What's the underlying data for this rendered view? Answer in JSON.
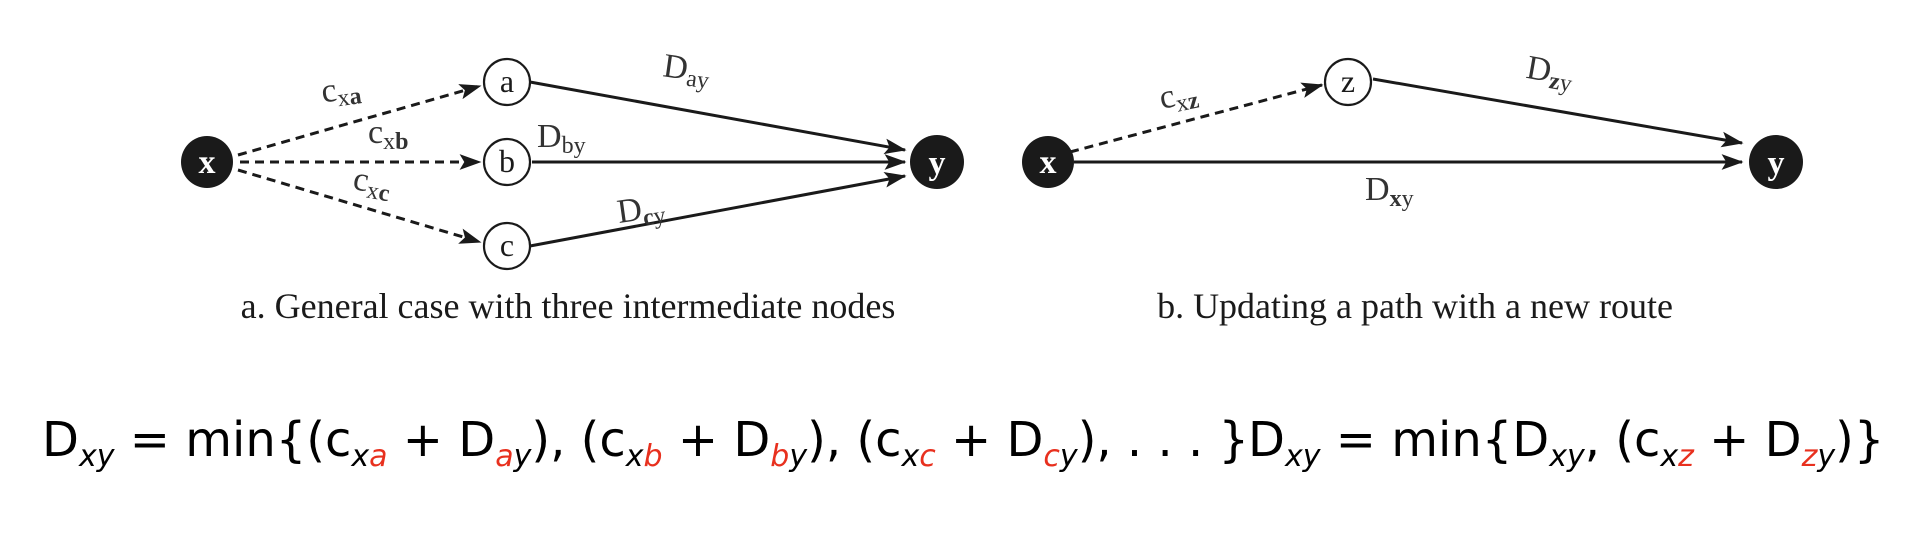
{
  "diagram_a": {
    "caption": "a. General case with three intermediate nodes",
    "nodes": {
      "x": "x",
      "a": "a",
      "b": "b",
      "c": "c",
      "y": "y"
    },
    "labels": {
      "cxa": {
        "main": "c",
        "sub1": "x",
        "sub2": "a"
      },
      "cxb": {
        "main": "c",
        "sub1": "x",
        "sub2": "b"
      },
      "cxc": {
        "main": "c",
        "sub1": "x",
        "sub2": "c"
      },
      "Day": {
        "main": "D",
        "sub1": "a",
        "sub2": "y"
      },
      "Dby": {
        "main": "D",
        "sub1": "b",
        "sub2": "y"
      },
      "Dcy": {
        "main": "D",
        "sub1": "c",
        "sub2": "y"
      }
    }
  },
  "diagram_b": {
    "caption": "b. Updating a path with a new route",
    "nodes": {
      "x": "x",
      "z": "z",
      "y": "y"
    },
    "labels": {
      "cxz": {
        "main": "c",
        "sub1": "x",
        "sub2": "z"
      },
      "Dzy": {
        "main": "D",
        "sub1": "z",
        "sub2": "y"
      },
      "Dxy": {
        "main": "D",
        "sub1": "x",
        "sub2": "y"
      }
    }
  },
  "formula_a": {
    "lhs": "D",
    "lhs_sub": "xy",
    "eq": " = min{(",
    "t1_c": "c",
    "t1_c_sub1": "x",
    "t1_c_sub2": "a",
    "t1_plus": " + D",
    "t1_d_sub1": "a",
    "t1_d_sub2": "y",
    "sep1": "), (",
    "t2_c": "c",
    "t2_c_sub1": "x",
    "t2_c_sub2": "b",
    "t2_plus": " + D",
    "t2_d_sub1": "b",
    "t2_d_sub2": "y",
    "sep2": "), (",
    "t3_c": "c",
    "t3_c_sub1": "x",
    "t3_c_sub2": "c",
    "t3_plus": " + D",
    "t3_d_sub1": "c",
    "t3_d_sub2": "y",
    "tail": "), . . . }"
  },
  "formula_b": {
    "lhs": "D",
    "lhs_sub": "xy",
    "eq": " = min{D",
    "d_sub": "xy",
    "sep": ", (",
    "c": "c",
    "c_sub1": "x",
    "c_sub2": "z",
    "plus": " + D",
    "d2_sub1": "z",
    "d2_sub2": "y",
    "tail": ")}"
  },
  "colors": {
    "accent_blue": "#29a3e0",
    "accent_red": "#e8301e",
    "ink": "#1a1a1a"
  }
}
